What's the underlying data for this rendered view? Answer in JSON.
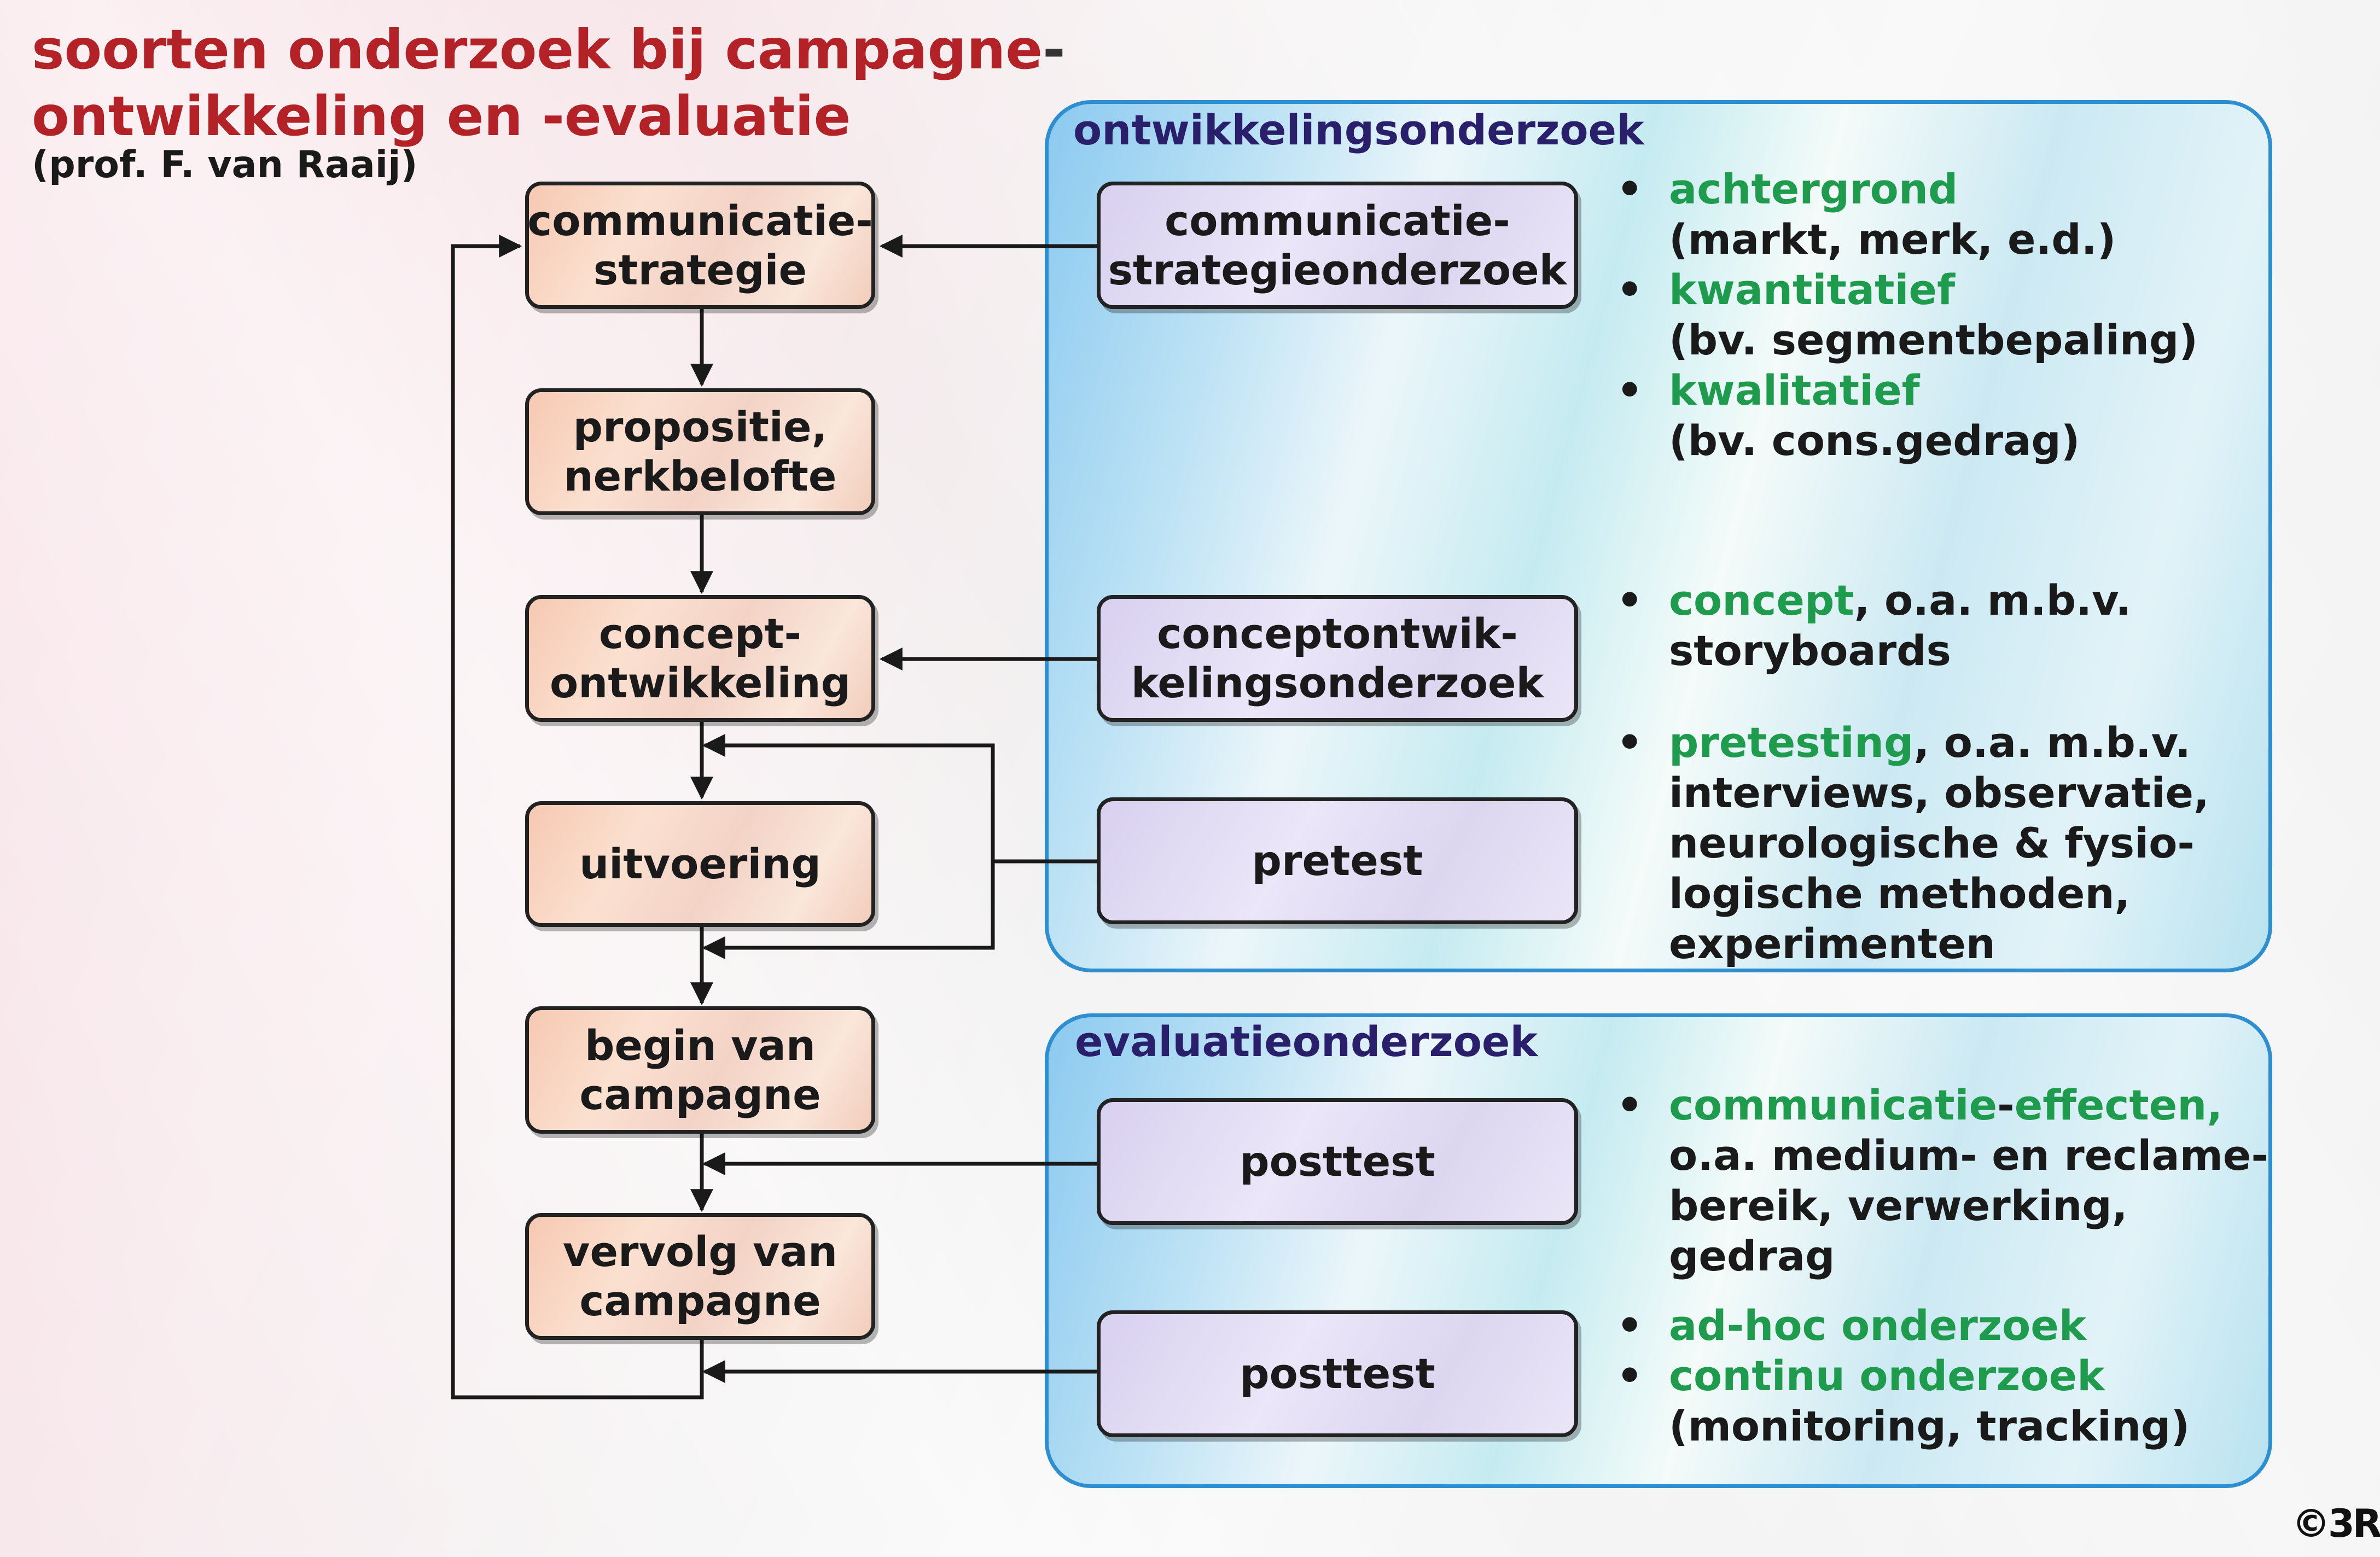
{
  "title": {
    "line1": "soorten onderzoek bij campagne",
    "line1_hyphen": "-",
    "line2": "ontwikkeling en -evaluatie",
    "subtitle": "(prof. F. van Raaij)"
  },
  "process_steps": [
    "communicatie-\nstrategie",
    "propositie,\nnerkbelofte",
    "concept-\nontwikkeling",
    "uitvoering",
    "begin van\ncampagne",
    "vervolg van\ncampagne"
  ],
  "development": {
    "title": "ontwikkelingsonderzoek",
    "research": [
      "communicatie-\nstrategieonderzoek",
      "conceptontwik-\nkelingsonderzoek",
      "pretest"
    ],
    "notes_strategy": [
      {
        "term": "achtergrond",
        "rest": "",
        "detail": "(markt, merk, e.d.)"
      },
      {
        "term": "kwantitatief",
        "rest": "",
        "detail": "(bv. segmentbepaling)"
      },
      {
        "term": "kwalitatief",
        "rest": "",
        "detail": "(bv. cons.gedrag)"
      }
    ],
    "notes_concept": [
      {
        "term": "concept",
        "rest": ", o.a.  m.b.v.",
        "detail": "storyboards"
      }
    ],
    "notes_pretest": [
      {
        "term": "pretesting",
        "rest": ", o.a.  m.b.v.",
        "detail": "interviews, observatie,\nneurologische & fysio-\nlogische methoden,\nexperimenten"
      }
    ]
  },
  "evaluation": {
    "title": "evaluatieonderzoek",
    "research": [
      "posttest",
      "posttest"
    ],
    "notes_effects": [
      {
        "term": "communicatie",
        "mid": "-",
        "term2": "effecten,",
        "detail": "o.a. medium- en reclame-\nbereik, verwerking,\ngedrag"
      }
    ],
    "notes_types": [
      {
        "term": "ad-hoc onderzoek",
        "detail": ""
      },
      {
        "term": "continu onderzoek",
        "detail": "(monitoring, tracking)"
      }
    ]
  },
  "colors": {
    "title": "#b22227",
    "panel_title": "#2a1f6b",
    "keyword": "#1f9b4e",
    "panel_border": "#2e8fd0"
  },
  "copyright": "©3R"
}
